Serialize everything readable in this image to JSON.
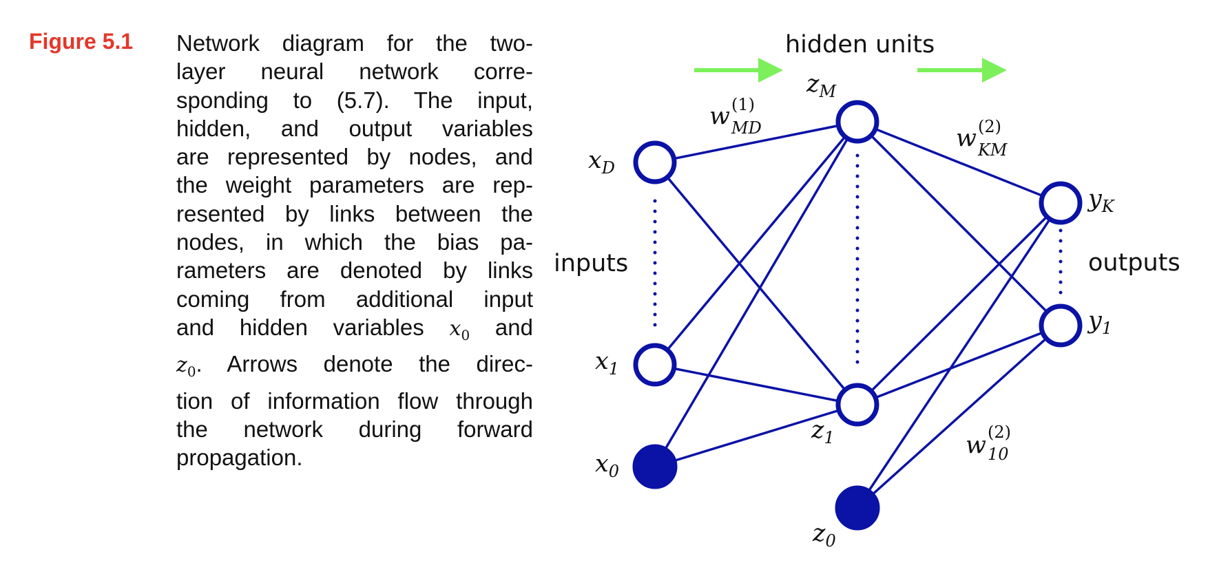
{
  "figure": {
    "label": "Figure 5.1",
    "caption": {
      "l1": "Network diagram for the two-",
      "l2": "layer neural network corre-",
      "l3": "sponding to (5.7).  The input,",
      "l4": "hidden, and output variables",
      "l5": "are represented by nodes, and",
      "l6": "the weight parameters are rep-",
      "l7": "resented by links between the",
      "l8": "nodes, in which the bias pa-",
      "l9": "rameters are denoted by links",
      "l10": "coming from additional input",
      "l11a": "and hidden variables ",
      "l11_var": "x",
      "l11_sub": "0",
      "l11b": " and",
      "l12_var": "z",
      "l12_sub": "0",
      "l12b": ".  Arrows denote the direc-",
      "l13": "tion of information flow through",
      "l14": "the network during forward",
      "l15": "propagation."
    }
  },
  "diagram": {
    "labels": {
      "hidden_units": "hidden units",
      "inputs": "inputs",
      "outputs": "outputs"
    },
    "nodes": {
      "xD": {
        "var": "x",
        "sub": "D"
      },
      "x1": {
        "var": "x",
        "sub": "1"
      },
      "x0": {
        "var": "x",
        "sub": "0"
      },
      "zM": {
        "var": "z",
        "sub": "M"
      },
      "z1": {
        "var": "z",
        "sub": "1"
      },
      "z0": {
        "var": "z",
        "sub": "0"
      },
      "yK": {
        "var": "y",
        "sub": "K"
      },
      "y1": {
        "var": "y",
        "sub": "1"
      }
    },
    "weights": {
      "w1": {
        "var": "w",
        "sup": "(1)",
        "sub": "MD"
      },
      "w2": {
        "var": "w",
        "sup": "(2)",
        "sub": "KM"
      },
      "w3": {
        "var": "w",
        "sup": "(2)",
        "sub": "10"
      }
    },
    "colors": {
      "node_link": "#0b12a6",
      "arrow": "#7cf05a",
      "figure_label": "#e3382b"
    }
  }
}
